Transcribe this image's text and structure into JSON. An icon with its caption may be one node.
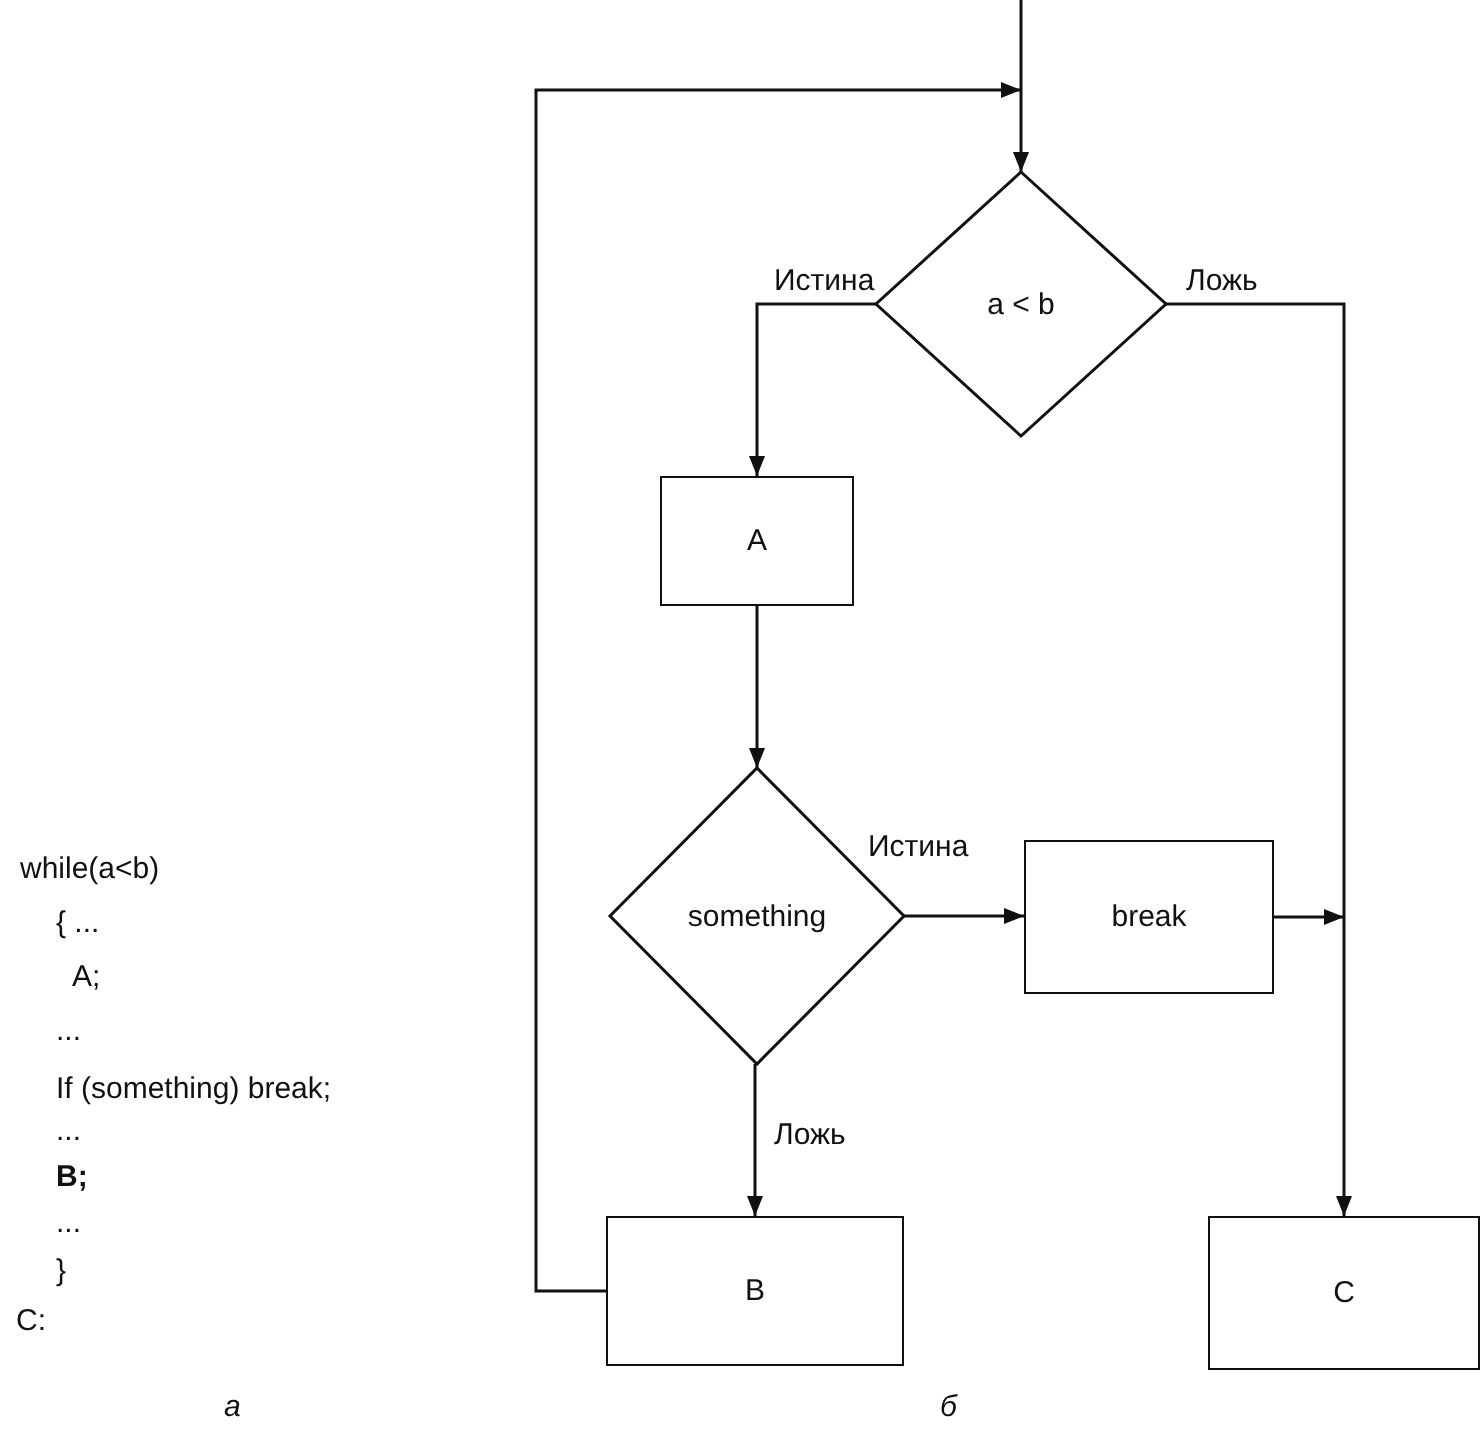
{
  "diagram": {
    "nodes": [
      {
        "text": [
          "a < b"
        ]
      },
      {
        "text": [
          "A"
        ]
      },
      {
        "text": [
          "something"
        ]
      },
      {
        "text": [
          "break"
        ]
      },
      {
        "text": [
          "B"
        ]
      },
      {
        "text": [
          "C"
        ]
      }
    ],
    "edges": [
      {
        "from": null,
        "to": 0,
        "arrow": "to"
      },
      {
        "from": 0,
        "to": 1,
        "arrow": "to",
        "label": "Истина"
      },
      {
        "from": 0,
        "to": 5,
        "arrow": "to",
        "label": "Ложь"
      },
      {
        "from": 1,
        "to": 2,
        "arrow": "to"
      },
      {
        "from": 2,
        "to": 3,
        "arrow": "to",
        "label": "Истина"
      },
      {
        "from": 2,
        "to": 4,
        "arrow": "to",
        "label": "Ложь"
      },
      {
        "from": 3,
        "to": 5,
        "arrow": "to"
      },
      {
        "from": 4,
        "to": 0,
        "arrow": "to"
      }
    ],
    "labels": [
      "while(a<b)",
      "{ ...",
      "A;",
      "...",
      "If (something) break;",
      "...",
      "B;",
      "...",
      "}",
      "C:",
      "а",
      "б"
    ]
  }
}
